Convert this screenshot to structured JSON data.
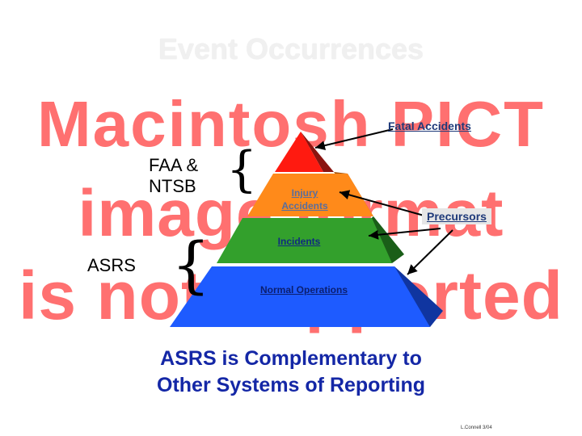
{
  "slide": {
    "title": "Event Occurrences",
    "placeholder_lines": [
      "Macintosh PICT",
      "image format",
      "is not supported"
    ],
    "conclusion_line1": "ASRS is Complementary to",
    "conclusion_line2": "Other Systems of Reporting",
    "credit": "L.Connell 3/04"
  },
  "pyramid": {
    "layers": [
      {
        "label": "",
        "color": "#ff2a1a"
      },
      {
        "label": "Injury Accidents",
        "color": "#ff8a1a"
      },
      {
        "label": "Incidents",
        "color": "#33a02c"
      },
      {
        "label": "Normal Operations",
        "color": "#1e5bff"
      }
    ],
    "labels": {
      "injury": "Injury Accidents",
      "incidents": "Incidents",
      "normal": "Normal Operations"
    }
  },
  "side_labels": {
    "faa": "FAA & NTSB",
    "asrs": "ASRS"
  },
  "callouts": {
    "fatal": "Fatal Accidents",
    "precursors": "Precursors"
  },
  "colors": {
    "title_gray": "#f0f0f0",
    "placeholder_red": "#ff7070",
    "conclusion_blue": "#1427a6"
  }
}
